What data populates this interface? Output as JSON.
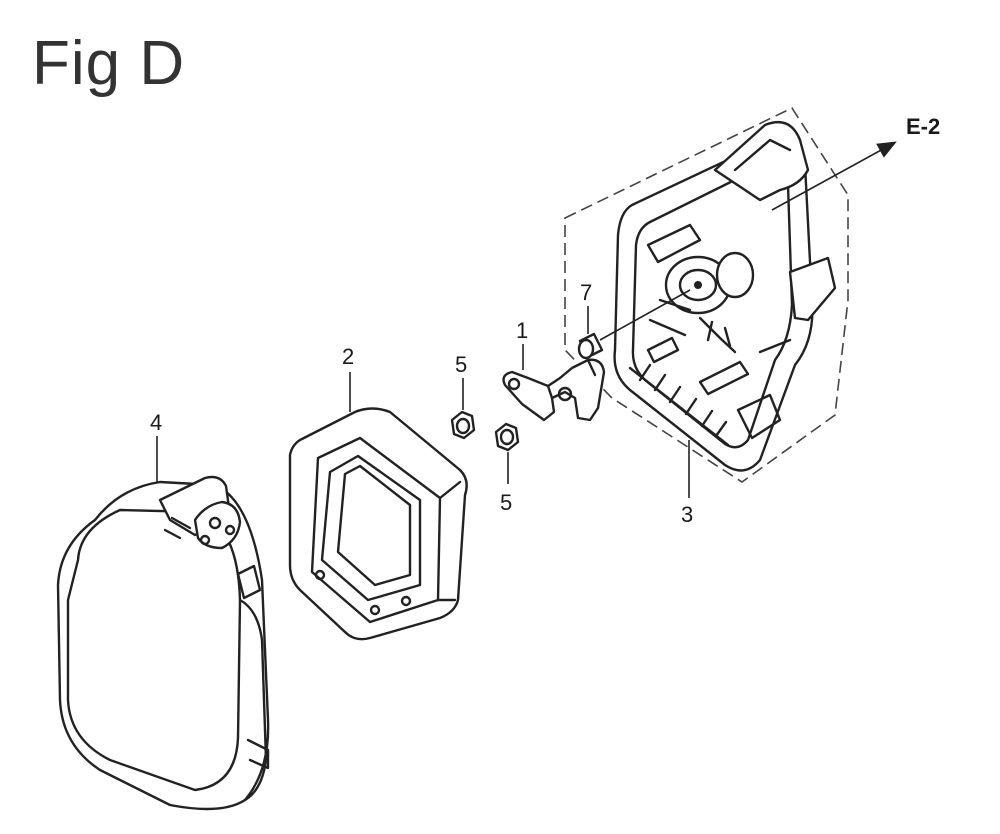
{
  "title": "Fig D",
  "reference_label": "E-2",
  "callouts": {
    "part_1": "1",
    "part_2": "2",
    "part_3": "3",
    "part_4": "4",
    "part_5_upper": "5",
    "part_5_lower": "5",
    "part_7": "7"
  }
}
